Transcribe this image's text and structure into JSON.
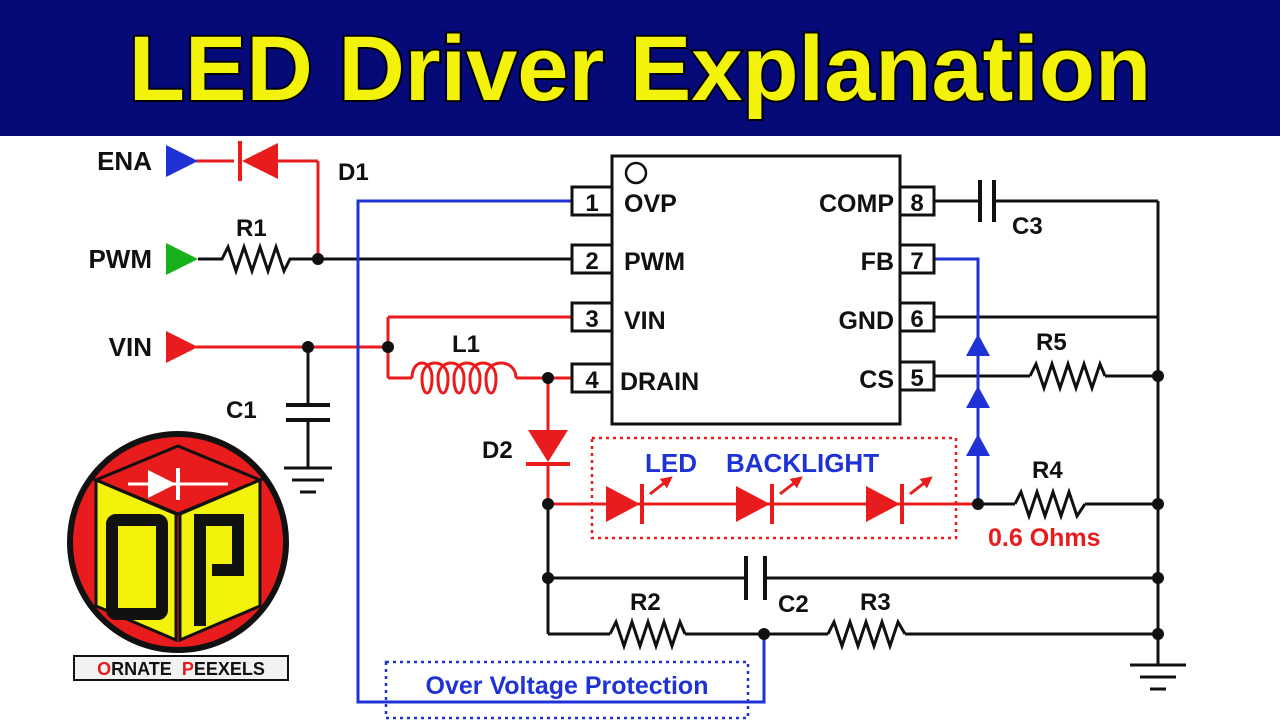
{
  "title": "LED Driver Explanation",
  "colors": {
    "banner_bg": "#050a78",
    "title_fill": "#f2f20a",
    "wire_black": "#111111",
    "wire_red": "#e81c1c",
    "wire_blue": "#1f32d6",
    "arrow_green": "#17b21b"
  },
  "inputs": {
    "ena": "ENA",
    "pwm": "PWM",
    "vin": "VIN"
  },
  "components": {
    "d1": "D1",
    "r1": "R1",
    "l1": "L1",
    "c1": "C1",
    "d2": "D2",
    "c2": "C2",
    "c3": "C3",
    "r2": "R2",
    "r3": "R3",
    "r4": "R4",
    "r5": "R5"
  },
  "r4_value": "0.6 Ohms",
  "ic": {
    "pins": [
      {
        "number": "1",
        "name": "OVP"
      },
      {
        "number": "2",
        "name": "PWM"
      },
      {
        "number": "3",
        "name": "VIN"
      },
      {
        "number": "4",
        "name": "DRAIN"
      },
      {
        "number": "5",
        "name": "CS"
      },
      {
        "number": "6",
        "name": "GND"
      },
      {
        "number": "7",
        "name": "FB"
      },
      {
        "number": "8",
        "name": "COMP"
      }
    ]
  },
  "led_backlight": {
    "label_left": "LED",
    "label_right": "BACKLIGHT"
  },
  "ovp_box": {
    "label": "Over Voltage Protection"
  },
  "logo": {
    "letters": "OP",
    "brand_o": "O",
    "brand_rest1": "RNATE",
    "brand_p": "P",
    "brand_rest2": "EEXELS"
  }
}
